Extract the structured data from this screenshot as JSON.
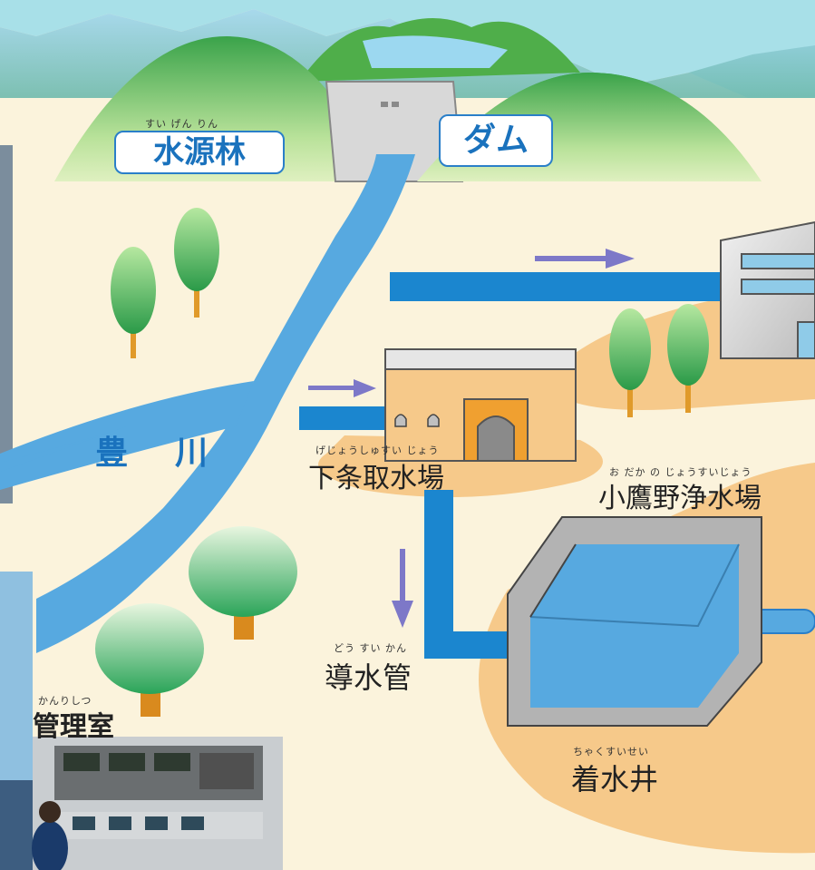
{
  "labels": {
    "forest": {
      "text": "水源林",
      "ruby": "すい げん りん"
    },
    "dam": {
      "text": "ダム"
    },
    "river": {
      "text": "豊　川"
    },
    "intake": {
      "text": "下条取水場",
      "ruby": "げじょうしゅすい じょう"
    },
    "purification": {
      "text": "小鷹野浄水場",
      "ruby": "お だか の じょうすいじょう"
    },
    "conduit": {
      "text": "導水管",
      "ruby": "どう すい かん"
    },
    "control_room": {
      "text": "管理室",
      "ruby": "かんりしつ"
    },
    "receiving_well": {
      "text": "着水井",
      "ruby": "ちゃくすいせい"
    }
  },
  "colors": {
    "water": "#57a9e0",
    "pipe": "#1b86cf",
    "mountain_green": "#6cc04a",
    "ground": "#f6c98a",
    "arrow": "#7d78c8",
    "label_blue": "#1a72bd"
  },
  "icons": [
    "right-arrow-icon",
    "down-arrow-icon",
    "tree-icon"
  ]
}
